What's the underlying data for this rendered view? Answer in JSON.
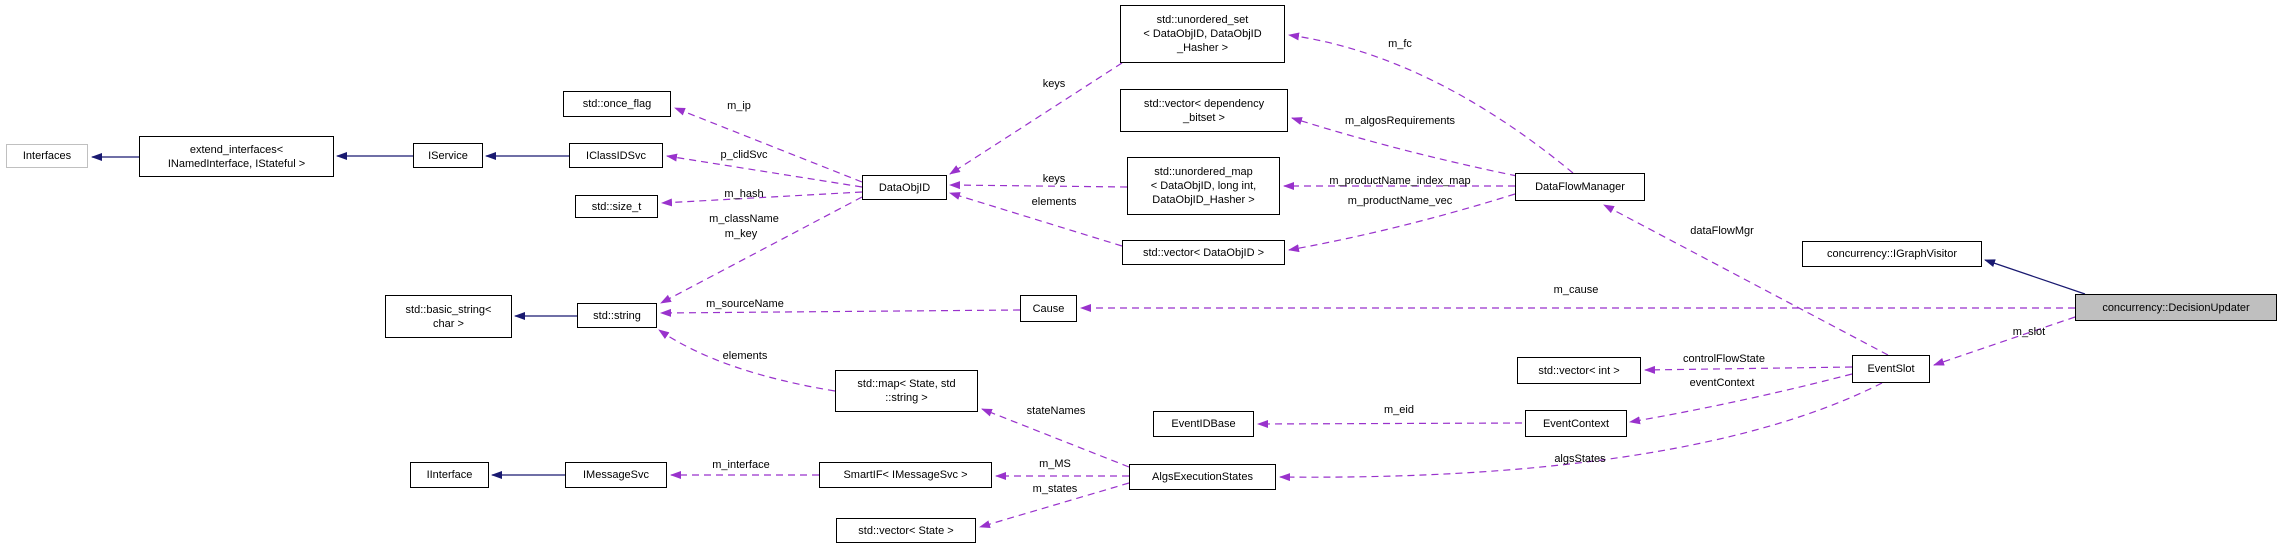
{
  "diagram": {
    "kind": "doxygen-collaboration-graph",
    "main_node": "concurrency::DecisionUpdater"
  },
  "colors": {
    "usage_edge": "#9932cc",
    "inherit_edge": "#191970",
    "node_border": "#000000",
    "node_bg": "#ffffff",
    "main_node_bg": "#bfbfbf",
    "muted_node_border": "#c0c0c0",
    "label_text": "#000000",
    "background": "#ffffff"
  },
  "nodes": {
    "interfaces": {
      "label": "Interfaces"
    },
    "extend_interfaces": {
      "label": "extend_interfaces<\nINamedInterface, IStateful >"
    },
    "iservice": {
      "label": "IService"
    },
    "once_flag": {
      "label": "std::once_flag"
    },
    "iclassidsvc": {
      "label": "IClassIDSvc"
    },
    "size_t": {
      "label": "std::size_t"
    },
    "dataobjid": {
      "label": "DataObjID"
    },
    "basic_string_char": {
      "label": "std::basic_string<\nchar >"
    },
    "std_string": {
      "label": "std::string"
    },
    "unordered_set": {
      "label": "std::unordered_set\n< DataObjID, DataObjID\n_Hasher >"
    },
    "vector_dependency_bitset": {
      "label": "std::vector< dependency\n_bitset >"
    },
    "unordered_map": {
      "label": "std::unordered_map\n< DataObjID, long int,\nDataObjID_Hasher >"
    },
    "vector_dataobjid": {
      "label": "std::vector< DataObjID >"
    },
    "dataflowmanager": {
      "label": "DataFlowManager"
    },
    "igraphvisitor": {
      "label": "concurrency::IGraphVisitor"
    },
    "decisionupdater": {
      "label": "concurrency::DecisionUpdater"
    },
    "cause": {
      "label": "Cause"
    },
    "vector_int": {
      "label": "std::vector< int >"
    },
    "eventslot": {
      "label": "EventSlot"
    },
    "eventcontext": {
      "label": "EventContext"
    },
    "eventidbase": {
      "label": "EventIDBase"
    },
    "map_state_string": {
      "label": "std::map< State, std\n::string >"
    },
    "algsexecutionstates": {
      "label": "AlgsExecutionStates"
    },
    "iinterface": {
      "label": "IInterface"
    },
    "imessagesvc": {
      "label": "IMessageSvc"
    },
    "smartif_imessagesvc": {
      "label": "SmartIF< IMessageSvc >"
    },
    "vector_state": {
      "label": "std::vector< State >"
    }
  },
  "labels": {
    "m_ip": "m_ip",
    "p_clidSvc": "p_clidSvc",
    "m_hash": "m_hash",
    "m_className": "m_className",
    "m_key": "m_key",
    "keys": "keys",
    "elements": "elements",
    "m_fc": "m_fc",
    "m_algosRequirements": "m_algosRequirements",
    "m_productName_index_map": "m_productName_index_map",
    "m_productName_vec": "m_productName_vec",
    "dataFlowMgr": "dataFlowMgr",
    "m_cause": "m_cause",
    "m_sourceName": "m_sourceName",
    "controlFlowState": "controlFlowState",
    "eventContext": "eventContext",
    "m_slot": "m_slot",
    "algsStates": "algsStates",
    "m_eid": "m_eid",
    "stateNames": "stateNames",
    "m_MS": "m_MS",
    "m_states": "m_states",
    "m_interface": "m_interface"
  },
  "relationships": [
    {
      "from": "extend_interfaces< INamedInterface, IStateful >",
      "to": "Interfaces",
      "kind": "inheritance"
    },
    {
      "from": "IService",
      "to": "extend_interfaces< INamedInterface, IStateful >",
      "kind": "inheritance"
    },
    {
      "from": "IClassIDSvc",
      "to": "IService",
      "kind": "inheritance"
    },
    {
      "from": "std::string",
      "to": "std::basic_string< char >",
      "kind": "inheritance"
    },
    {
      "from": "IMessageSvc",
      "to": "IInterface",
      "kind": "inheritance"
    },
    {
      "from": "concurrency::DecisionUpdater",
      "to": "concurrency::IGraphVisitor",
      "kind": "inheritance"
    },
    {
      "from": "DataObjID",
      "to": "std::once_flag",
      "label": "m_ip",
      "kind": "usage"
    },
    {
      "from": "DataObjID",
      "to": "IClassIDSvc",
      "label": "p_clidSvc",
      "kind": "usage"
    },
    {
      "from": "DataObjID",
      "to": "std::size_t",
      "label": "m_hash",
      "kind": "usage"
    },
    {
      "from": "DataObjID",
      "to": "std::string",
      "label": "m_className m_key",
      "kind": "usage"
    },
    {
      "from": "std::unordered_set< DataObjID, DataObjID_Hasher >",
      "to": "DataObjID",
      "label": "keys",
      "kind": "usage"
    },
    {
      "from": "std::unordered_map< DataObjID, long int, DataObjID_Hasher >",
      "to": "DataObjID",
      "label": "keys",
      "kind": "usage"
    },
    {
      "from": "std::vector< DataObjID >",
      "to": "DataObjID",
      "label": "elements",
      "kind": "usage"
    },
    {
      "from": "DataFlowManager",
      "to": "std::unordered_set< DataObjID, DataObjID_Hasher >",
      "label": "m_fc",
      "kind": "usage"
    },
    {
      "from": "DataFlowManager",
      "to": "std::vector< dependency_bitset >",
      "label": "m_algosRequirements",
      "kind": "usage"
    },
    {
      "from": "DataFlowManager",
      "to": "std::unordered_map< DataObjID, long int, DataObjID_Hasher >",
      "label": "m_productName_index_map",
      "kind": "usage"
    },
    {
      "from": "DataFlowManager",
      "to": "std::vector< DataObjID >",
      "label": "m_productName_vec",
      "kind": "usage"
    },
    {
      "from": "EventSlot",
      "to": "DataFlowManager",
      "label": "dataFlowMgr",
      "kind": "usage"
    },
    {
      "from": "concurrency::DecisionUpdater",
      "to": "Cause",
      "label": "m_cause",
      "kind": "usage"
    },
    {
      "from": "concurrency::DecisionUpdater",
      "to": "EventSlot",
      "label": "m_slot",
      "kind": "usage"
    },
    {
      "from": "Cause",
      "to": "std::string",
      "label": "m_sourceName",
      "kind": "usage"
    },
    {
      "from": "std::map< State, std::string >",
      "to": "std::string",
      "label": "elements",
      "kind": "usage"
    },
    {
      "from": "EventSlot",
      "to": "std::vector< int >",
      "label": "controlFlowState",
      "kind": "usage"
    },
    {
      "from": "EventSlot",
      "to": "EventContext",
      "label": "eventContext",
      "kind": "usage"
    },
    {
      "from": "EventSlot",
      "to": "AlgsExecutionStates",
      "label": "algsStates",
      "kind": "usage"
    },
    {
      "from": "EventContext",
      "to": "EventIDBase",
      "label": "m_eid",
      "kind": "usage"
    },
    {
      "from": "AlgsExecutionStates",
      "to": "std::map< State, std::string >",
      "label": "stateNames",
      "kind": "usage"
    },
    {
      "from": "AlgsExecutionStates",
      "to": "SmartIF< IMessageSvc >",
      "label": "m_MS",
      "kind": "usage"
    },
    {
      "from": "AlgsExecutionStates",
      "to": "std::vector< State >",
      "label": "m_states",
      "kind": "usage"
    },
    {
      "from": "SmartIF< IMessageSvc >",
      "to": "IMessageSvc",
      "label": "m_interface",
      "kind": "usage"
    }
  ]
}
